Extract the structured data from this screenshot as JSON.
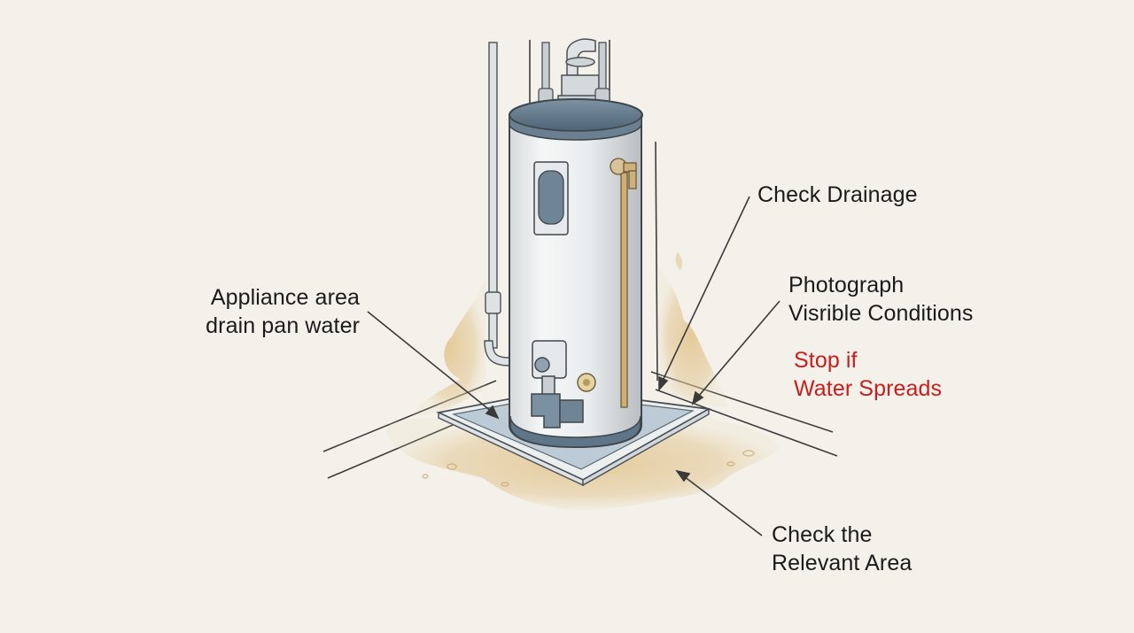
{
  "labels": {
    "appliance": {
      "line1": "Appliance area",
      "line2": "drain pan water"
    },
    "drainage": "Check Drainage",
    "photograph": {
      "line1": "Photograph",
      "line2": "Visrible Conditions"
    },
    "stop": {
      "line1": "Stop if",
      "line2": "Water Spreads"
    },
    "area": {
      "line1": "Check the",
      "line2": "Relevant Area"
    }
  },
  "colors": {
    "background": "#f3f1ea",
    "warning": "#c81e1e",
    "tank_top": "#5f7688",
    "water_stain": "#d9b779",
    "pan_water": "#a9bccb"
  },
  "icons": {
    "tank": "water-heater-icon",
    "valve": "gas-valve-icon"
  }
}
